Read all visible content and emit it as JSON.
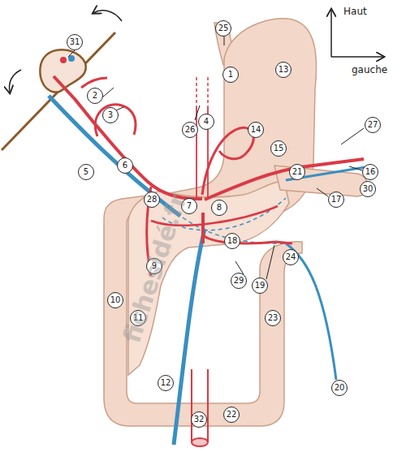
{
  "diagram": {
    "labels": [
      "31",
      "2",
      "3",
      "25",
      "1",
      "13",
      "26",
      "4",
      "14",
      "15",
      "27",
      "16",
      "21",
      "30",
      "17",
      "5",
      "6",
      "28",
      "7",
      "8",
      "18",
      "9",
      "10",
      "11",
      "29",
      "19",
      "24",
      "23",
      "20",
      "12",
      "22",
      "32",
      "Haut",
      "gauche",
      "fichesidé.fr"
    ]
  }
}
